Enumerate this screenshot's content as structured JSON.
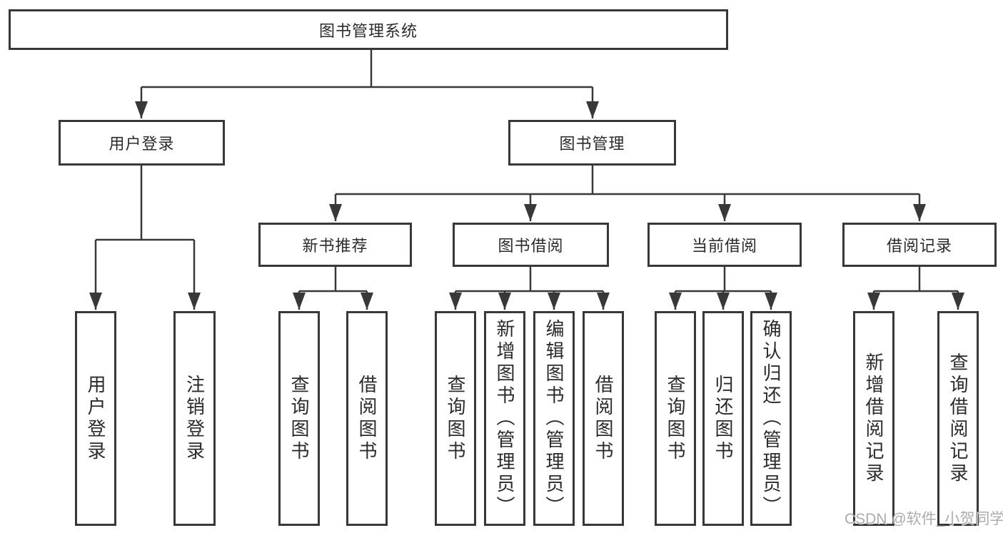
{
  "diagram": {
    "root": {
      "label": "图书管理系统"
    },
    "level2": {
      "user_login": {
        "label": "用户登录"
      },
      "book_management": {
        "label": "图书管理"
      }
    },
    "level3": {
      "new_book_recommend": {
        "label": "新书推荐"
      },
      "book_borrowing": {
        "label": "图书借阅"
      },
      "current_borrowing": {
        "label": "当前借阅"
      },
      "borrowing_records": {
        "label": "借阅记录"
      }
    },
    "leaves": {
      "user_login": [
        {
          "label": "用户登录"
        },
        {
          "label": "注销登录"
        }
      ],
      "new_book_recommend": [
        {
          "label": "查询图书"
        },
        {
          "label": "借阅图书"
        }
      ],
      "book_borrowing": [
        {
          "label": "查询图书"
        },
        {
          "label": "新增图书（管理员）"
        },
        {
          "label": "编辑图书（管理员）"
        },
        {
          "label": "借阅图书"
        }
      ],
      "current_borrowing": [
        {
          "label": "查询图书"
        },
        {
          "label": "归还图书"
        },
        {
          "label": "确认归还（管理员）"
        }
      ],
      "borrowing_records": [
        {
          "label": "新增借阅记录"
        },
        {
          "label": "查询借阅记录"
        }
      ]
    }
  },
  "watermark": {
    "text": "CSDN @软件_小贺同学"
  },
  "colors": {
    "line": "#383838",
    "box_border": "#383838",
    "text": "#2b2b2b",
    "watermark": "#9e9e9e",
    "background": "#ffffff"
  }
}
